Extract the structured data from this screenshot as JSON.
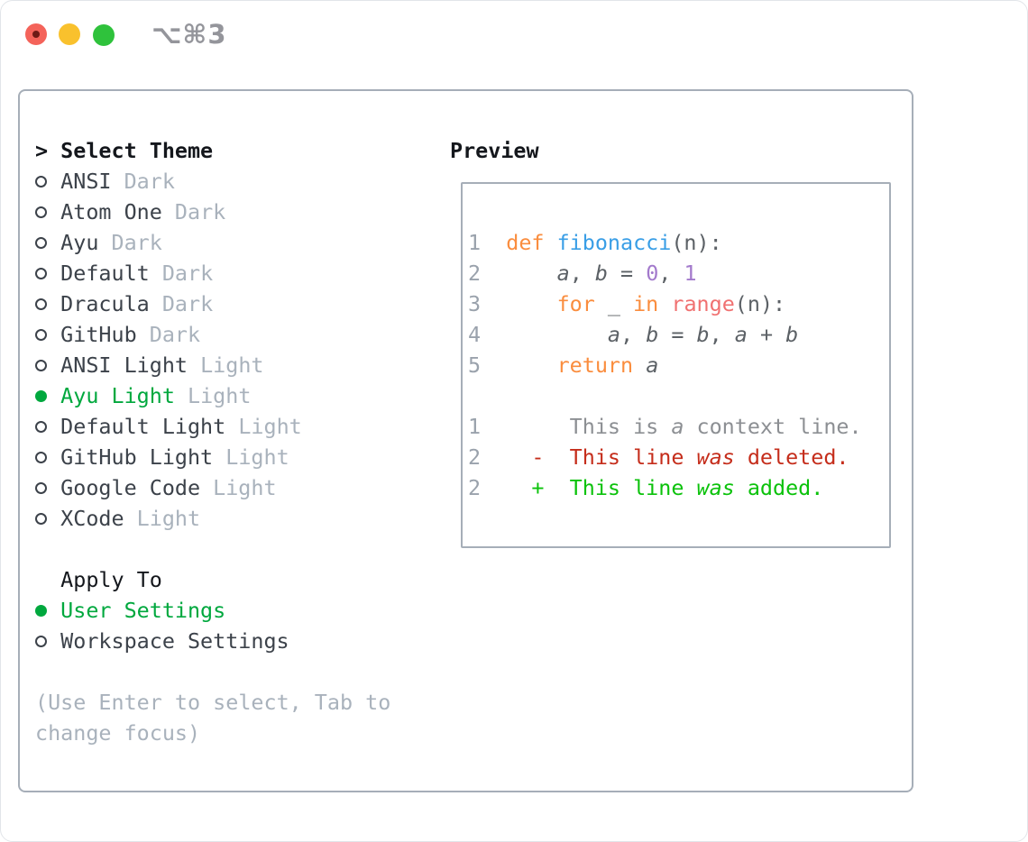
{
  "colors": {
    "accent_green": "#00a83e",
    "traffic_red": "#f4635a",
    "traffic_red_dot": "#6d1a15",
    "traffic_yellow": "#f9c12d",
    "traffic_green": "#2fc23c",
    "border_gray": "#a6aeb8",
    "text_black": "#14171c",
    "text_dark": "#3c424a",
    "text_muted": "#a9b2bc",
    "code_lineno": "#9aa2ac",
    "code_keyword": "#fa8d3e",
    "code_function": "#399ee6",
    "code_number": "#a37acc",
    "code_special": "#f07171",
    "code_plain": "#5c6166",
    "diff_context": "#8c8f93",
    "diff_deleted": "#c52d1b",
    "diff_added": "#0bc20b"
  },
  "titlebar": {
    "title": "⌥⌘3"
  },
  "theme_picker": {
    "pointer": ">",
    "header": "Select Theme",
    "items": [
      {
        "name": "ANSI",
        "variant": "Dark",
        "selected": false
      },
      {
        "name": "Atom One",
        "variant": "Dark",
        "selected": false
      },
      {
        "name": "Ayu",
        "variant": "Dark",
        "selected": false
      },
      {
        "name": "Default",
        "variant": "Dark",
        "selected": false
      },
      {
        "name": "Dracula",
        "variant": "Dark",
        "selected": false
      },
      {
        "name": "GitHub",
        "variant": "Dark",
        "selected": false
      },
      {
        "name": "ANSI Light",
        "variant": "Light",
        "selected": false
      },
      {
        "name": "Ayu Light",
        "variant": "Light",
        "selected": true
      },
      {
        "name": "Default Light",
        "variant": "Light",
        "selected": false
      },
      {
        "name": "GitHub Light",
        "variant": "Light",
        "selected": false
      },
      {
        "name": "Google Code",
        "variant": "Light",
        "selected": false
      },
      {
        "name": "XCode",
        "variant": "Light",
        "selected": false
      }
    ]
  },
  "apply_to": {
    "header": "Apply To",
    "options": [
      {
        "label": "User Settings",
        "selected": true
      },
      {
        "label": "Workspace Settings",
        "selected": false
      }
    ]
  },
  "help": {
    "lines": [
      "(Use Enter to select, Tab to",
      "change focus)"
    ]
  },
  "preview": {
    "header": "Preview",
    "lines": [
      [
        [
          "ln",
          "1  "
        ],
        [
          "kw",
          "def"
        ],
        [
          "pl",
          " "
        ],
        [
          "fn",
          "fibonacci"
        ],
        [
          "pl",
          "(n):"
        ]
      ],
      [
        [
          "ln",
          "2  "
        ],
        [
          "pl",
          "    "
        ],
        [
          "it",
          "a"
        ],
        [
          "pl",
          ", "
        ],
        [
          "it",
          "b"
        ],
        [
          "pl",
          " = "
        ],
        [
          "num",
          "0"
        ],
        [
          "pl",
          ", "
        ],
        [
          "num",
          "1"
        ]
      ],
      [
        [
          "ln",
          "3  "
        ],
        [
          "pl",
          "    "
        ],
        [
          "kw",
          "for"
        ],
        [
          "pl",
          " _ "
        ],
        [
          "kw",
          "in"
        ],
        [
          "pl",
          " "
        ],
        [
          "sp",
          "range"
        ],
        [
          "pl",
          "(n):"
        ]
      ],
      [
        [
          "ln",
          "4  "
        ],
        [
          "pl",
          "        "
        ],
        [
          "it",
          "a"
        ],
        [
          "pl",
          ", "
        ],
        [
          "it",
          "b"
        ],
        [
          "pl",
          " = "
        ],
        [
          "it",
          "b"
        ],
        [
          "pl",
          ", "
        ],
        [
          "it",
          "a"
        ],
        [
          "pl",
          " + "
        ],
        [
          "it",
          "b"
        ]
      ],
      [
        [
          "ln",
          "5  "
        ],
        [
          "pl",
          "    "
        ],
        [
          "kw",
          "return"
        ],
        [
          "pl",
          " "
        ],
        [
          "it",
          "a"
        ]
      ],
      [],
      [
        [
          "ln",
          "1  "
        ],
        [
          "ctx",
          "     This is "
        ],
        [
          "ctxit",
          "a"
        ],
        [
          "ctx",
          " context line."
        ]
      ],
      [
        [
          "ln",
          "2  "
        ],
        [
          "del",
          "  -  This line "
        ],
        [
          "delit",
          "was"
        ],
        [
          "del",
          " deleted."
        ]
      ],
      [
        [
          "ln",
          "2  "
        ],
        [
          "add",
          "  +  This line "
        ],
        [
          "addit",
          "was"
        ],
        [
          "add",
          " added."
        ]
      ]
    ]
  }
}
